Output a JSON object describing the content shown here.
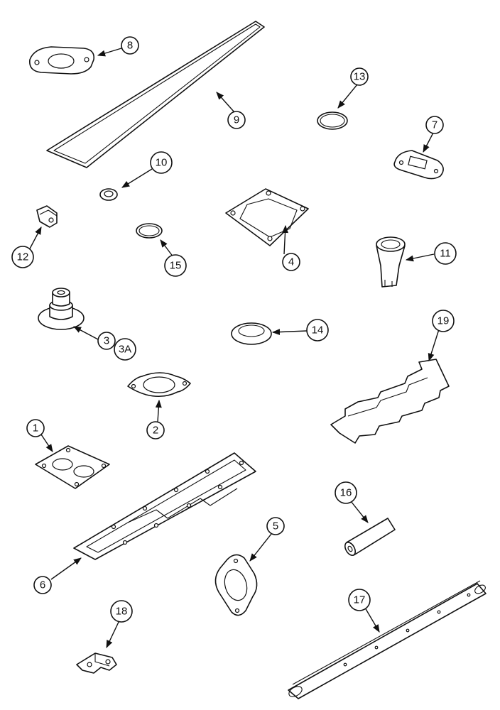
{
  "callouts": {
    "c1": "1",
    "c2": "2",
    "c3": "3",
    "c3a": "3A",
    "c4": "4",
    "c5": "5",
    "c6": "6",
    "c7": "7",
    "c8": "8",
    "c9": "9",
    "c10": "10",
    "c11": "11",
    "c12": "12",
    "c13": "13",
    "c14": "14",
    "c15": "15",
    "c16": "16",
    "c17": "17",
    "c18": "18",
    "c19": "19"
  },
  "colors": {
    "line": "#111111",
    "background": "#ffffff"
  }
}
